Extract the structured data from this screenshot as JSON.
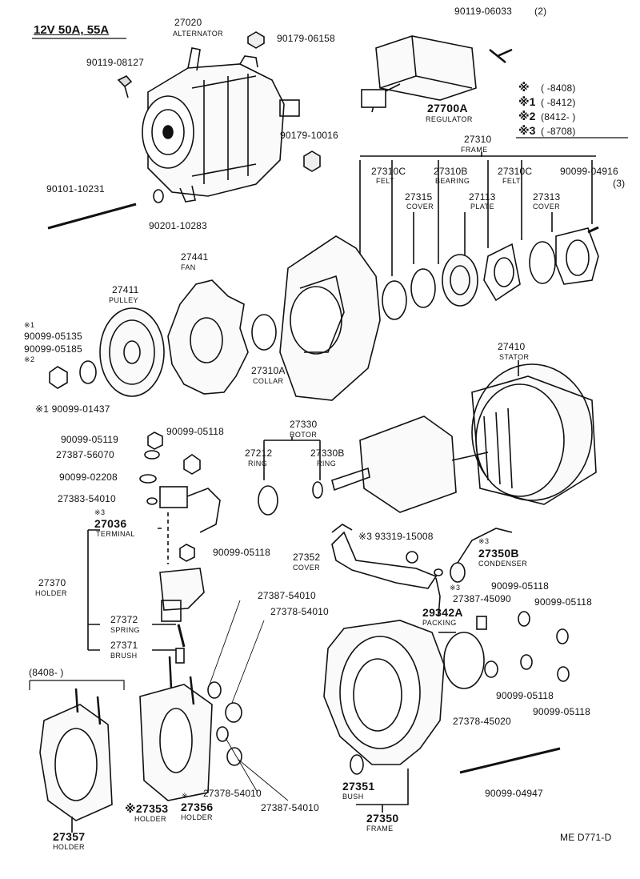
{
  "header": {
    "title": "12V 50A, 55A"
  },
  "footer": {
    "code": "ME D771-D"
  },
  "legend": {
    "rows": [
      {
        "mark": "※",
        "range": "(        -8408)"
      },
      {
        "mark": "※1",
        "range": "(        -8412)"
      },
      {
        "mark": "※2",
        "range": "(8412-        )"
      },
      {
        "mark": "※3",
        "range": "(        -8708)"
      }
    ]
  },
  "parts": {
    "p27020": {
      "num": "27020",
      "name": "ALTERNATOR"
    },
    "p90179_06158": {
      "num": "90179-06158"
    },
    "p90119_08127": {
      "num": "90119-08127"
    },
    "p90119_06033": {
      "num": "90119-06033",
      "qty": "(2)"
    },
    "p27700A": {
      "num": "27700A",
      "name": "REGULATOR"
    },
    "p90179_10016": {
      "num": "90179-10016"
    },
    "p90101_10231": {
      "num": "90101-10231"
    },
    "p90201_10283": {
      "num": "90201-10283"
    },
    "p27310": {
      "num": "27310",
      "name": "FRAME"
    },
    "p27310C_a": {
      "num": "27310C",
      "name": "FELT"
    },
    "p27310B": {
      "num": "27310B",
      "name": "BEARING"
    },
    "p27310C_b": {
      "num": "27310C",
      "name": "FELT"
    },
    "p90099_04916": {
      "num": "90099-04916",
      "qty": "(3)"
    },
    "p27315": {
      "num": "27315",
      "name": "COVER"
    },
    "p27113": {
      "num": "27113",
      "name": "PLATE"
    },
    "p27313": {
      "num": "27313",
      "name": "COVER"
    },
    "p27441": {
      "num": "27441",
      "name": "FAN"
    },
    "p27411": {
      "num": "27411",
      "name": "PULLEY"
    },
    "p90099_05135": {
      "mark": "※1",
      "num": "90099-05135"
    },
    "p90099_05185": {
      "num": "90099-05185",
      "mark": "※2"
    },
    "p27310A": {
      "num": "27310A",
      "name": "COLLAR"
    },
    "p90099_01437": {
      "num": "※1 90099-01437"
    },
    "p27410": {
      "num": "27410",
      "name": "STATOR"
    },
    "p90099_05119": {
      "num": "90099-05119"
    },
    "p90099_05118_a": {
      "num": "90099-05118"
    },
    "p27387_56070": {
      "num": "27387-56070"
    },
    "p90099_02208": {
      "num": "90099-02208"
    },
    "p27383_54010": {
      "num": "27383-54010"
    },
    "p27330": {
      "num": "27330",
      "name": "ROTOR"
    },
    "p27212": {
      "num": "27212",
      "name": "RING"
    },
    "p27330B": {
      "num": "27330B",
      "name": "RING"
    },
    "p27036": {
      "mark": "※3",
      "num": "27036",
      "name": "TERMINAL"
    },
    "p90099_05118_b": {
      "num": "90099-05118"
    },
    "p93319_15008": {
      "num": "※3 93319-15008"
    },
    "p27350B": {
      "mark": "※3",
      "num": "27350B",
      "name": "CONDENSER"
    },
    "p27352": {
      "num": "27352",
      "name": "COVER"
    },
    "p27370": {
      "num": "27370",
      "name": "HOLDER"
    },
    "p27387_54010_a": {
      "num": "27387-54010"
    },
    "p27378_54010_a": {
      "num": "27378-54010"
    },
    "p27387_45090": {
      "mark": "※3",
      "num": "27387-45090"
    },
    "p90099_05118_c": {
      "num": "90099-05118"
    },
    "p90099_05118_d": {
      "num": "90099-05118"
    },
    "p29342A": {
      "num": "29342A",
      "name": "PACKING"
    },
    "p27372": {
      "num": "27372",
      "name": "SPRING"
    },
    "p27371": {
      "num": "27371",
      "name": "BRUSH"
    },
    "p90099_05118_e": {
      "num": "90099-05118"
    },
    "p90099_05118_f": {
      "num": "90099-05118"
    },
    "p8408": {
      "num": "(8408-        )"
    },
    "p27378_45020": {
      "num": "27378-45020"
    },
    "p90099_04947": {
      "num": "90099-04947"
    },
    "p27378_54010_b": {
      "num": "27378-54010"
    },
    "p27387_54010_b": {
      "num": "27387-54010"
    },
    "p27351": {
      "num": "27351",
      "name": "BUSH"
    },
    "p27353": {
      "num": "※27353",
      "name": "HOLDER"
    },
    "p27356": {
      "mark": "※",
      "num": "27356",
      "name": "HOLDER"
    },
    "p27350": {
      "num": "27350",
      "name": "FRAME"
    },
    "p27357": {
      "num": "27357",
      "name": "HOLDER"
    }
  }
}
